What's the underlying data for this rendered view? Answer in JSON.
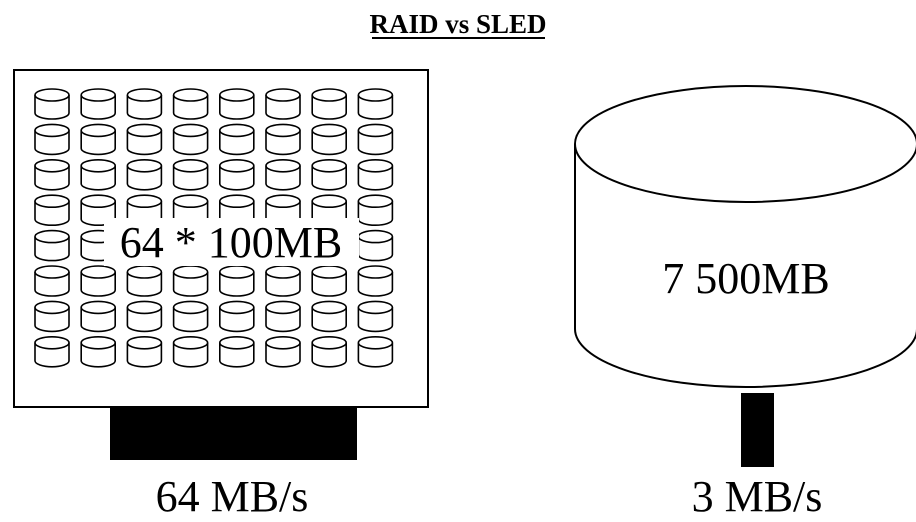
{
  "title": "RAID vs SLED",
  "raid": {
    "disk_grid": {
      "rows": 8,
      "cols": 8
    },
    "capacity_label": "64 * 100MB",
    "bandwidth_label": "64 MB/s"
  },
  "sled": {
    "capacity_label": "7 500MB",
    "bandwidth_label": "3 MB/s"
  },
  "colors": {
    "ink": "#000000",
    "paper": "#ffffff"
  }
}
